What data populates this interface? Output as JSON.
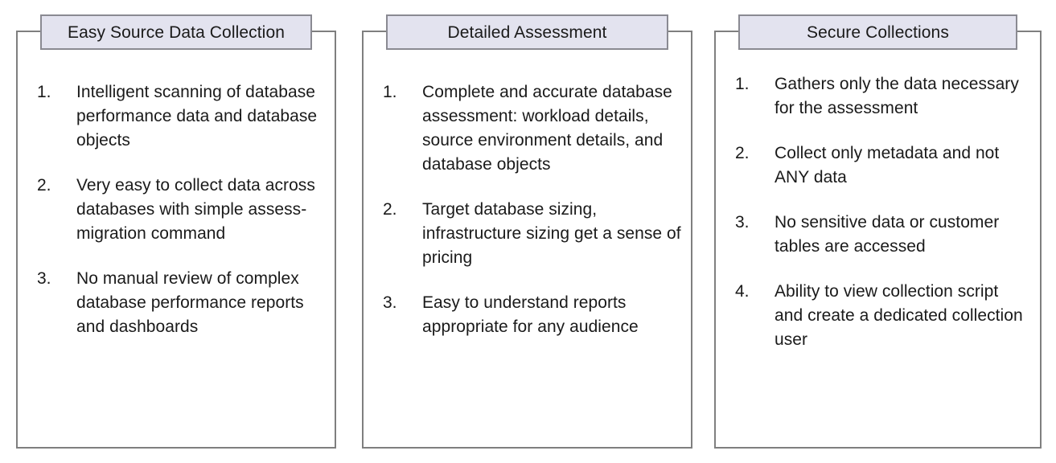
{
  "theme": {
    "page_background": "#ffffff",
    "header_fill": "#e3e3ef",
    "header_border": "#8a8a92",
    "box_border": "#7f7f7f",
    "text_color": "#1a1a1a"
  },
  "panels": [
    {
      "id": "easy-source-data-collection",
      "title": "Easy Source Data Collection",
      "items": [
        {
          "number": "1.",
          "text": "Intelligent scanning of database performance data and database objects"
        },
        {
          "number": "2.",
          "text": "Very easy to collect data across databases with simple assess-migration command"
        },
        {
          "number": "3.",
          "text": "No manual review of complex database performance reports and dashboards"
        }
      ]
    },
    {
      "id": "detailed-assessment",
      "title": "Detailed Assessment",
      "items": [
        {
          "number": "1.",
          "text": "Complete and accurate database assessment: workload details, source environment details, and database objects"
        },
        {
          "number": "2.",
          "text": "Target database sizing, infrastructure sizing get a sense of pricing"
        },
        {
          "number": "3.",
          "text": "Easy to understand reports appropriate for any audience"
        }
      ]
    },
    {
      "id": "secure-collections",
      "title": "Secure Collections",
      "items": [
        {
          "number": "1.",
          "text": "Gathers only the data necessary for the assessment"
        },
        {
          "number": "2.",
          "text": "Collect only metadata and not ANY data"
        },
        {
          "number": "3.",
          "text": "No sensitive data or customer tables are accessed"
        },
        {
          "number": "4.",
          "text": "Ability to view collection script and create a dedicated collection user"
        }
      ]
    }
  ]
}
